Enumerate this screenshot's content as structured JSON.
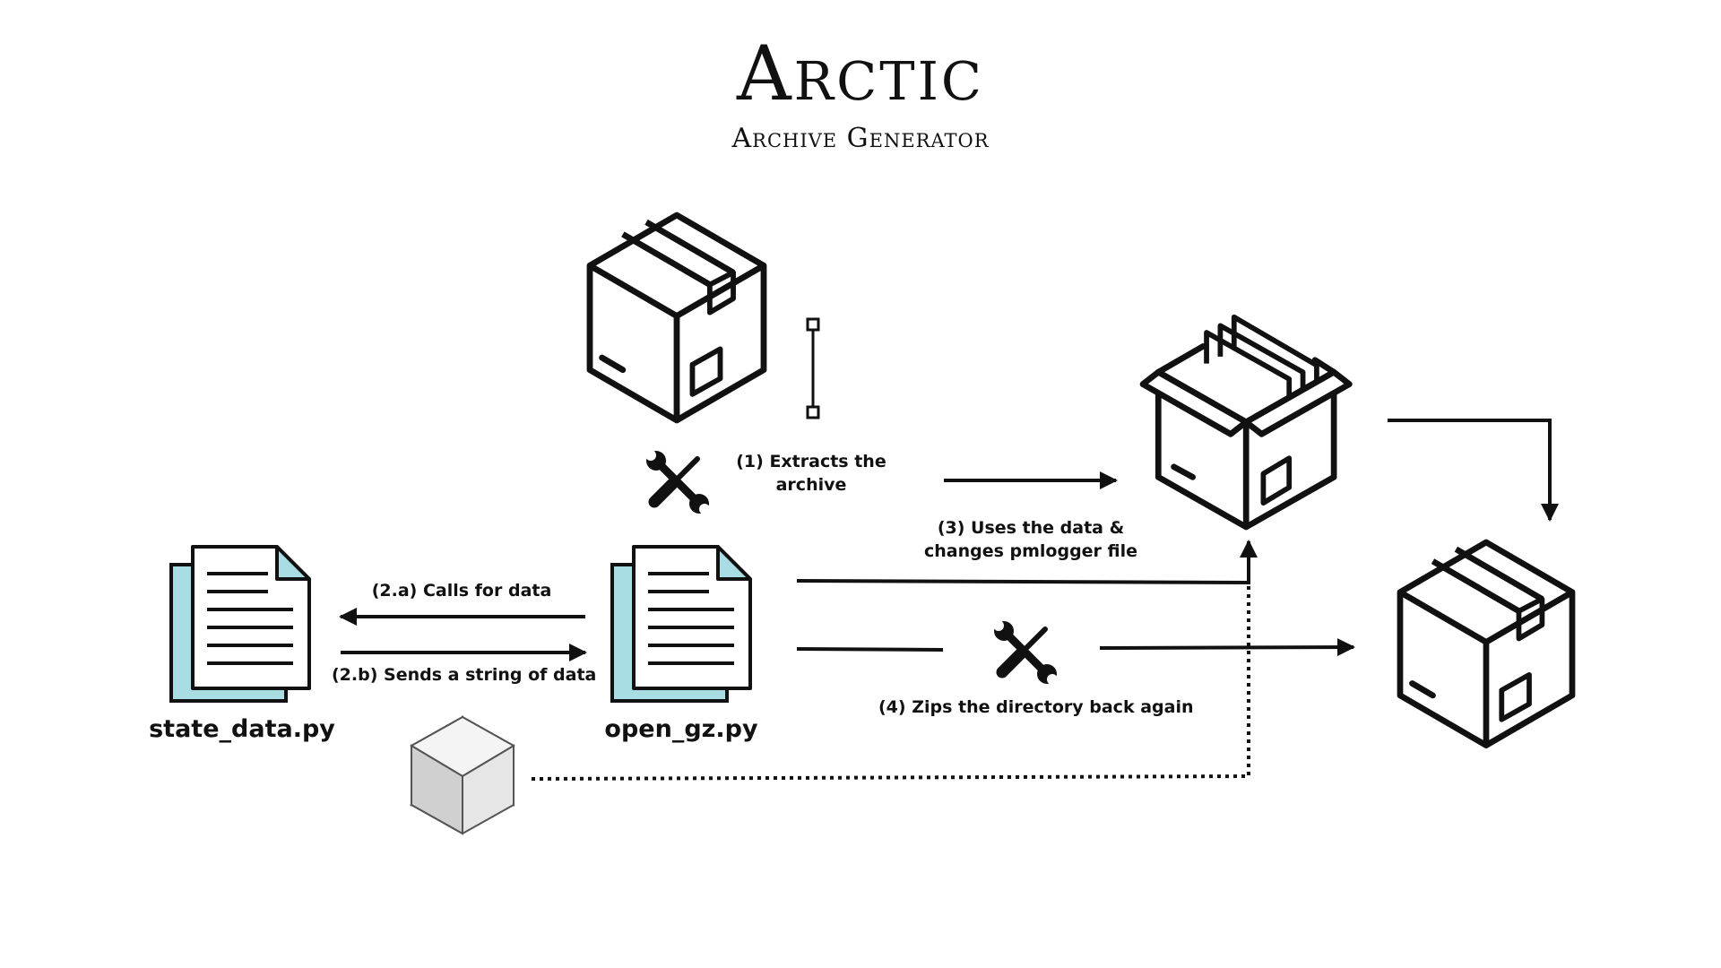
{
  "header": {
    "title": "Arctic",
    "subtitle": "Archive Generator"
  },
  "nodes": {
    "state_data": {
      "label": "state_data.py"
    },
    "open_gz": {
      "label": "open_gz.py"
    }
  },
  "steps": {
    "extract": {
      "line1": "(1) Extracts the",
      "line2": "archive"
    },
    "calls": {
      "label": "(2.a) Calls for data"
    },
    "sends": {
      "label": "(2.b) Sends a string of data"
    },
    "uses": {
      "line1": "(3) Uses the data &",
      "line2": "changes pmlogger file"
    },
    "zips": {
      "label": "(4) Zips the directory back again"
    }
  },
  "colors": {
    "stroke": "#111111",
    "page_shadow": "#a8dde3",
    "page_corner": "#a8dde3",
    "cube_left": "#d0d0d0",
    "cube_right": "#e6e6e6",
    "cube_top": "#f4f4f4"
  },
  "icons": [
    "closed-box-icon",
    "open-box-icon",
    "document-icon",
    "tools-icon",
    "cube-icon"
  ]
}
